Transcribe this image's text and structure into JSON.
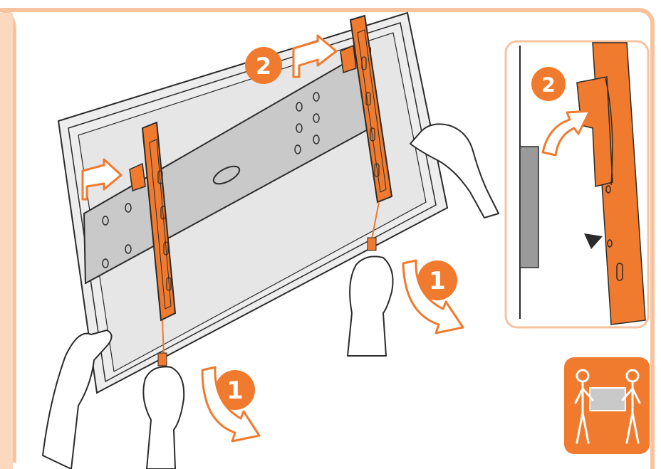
{
  "colors": {
    "accent": "#F07A2E",
    "border": "#F7C39F",
    "screen": "#EDEDED",
    "bracket_plate": "#C9C9C9",
    "outline": "#2B2B2B"
  },
  "steps": {
    "step1": "1",
    "step2": "2"
  },
  "icons": {
    "main_left_arrow": "down-curved-arrow",
    "main_right_arrow": "down-curved-arrow",
    "hook_arrow": "hook-arrow",
    "inset_arrow": "up-curved-arrow",
    "two_person_lift": "two-person-lift-icon",
    "hand": "hand-icon"
  }
}
